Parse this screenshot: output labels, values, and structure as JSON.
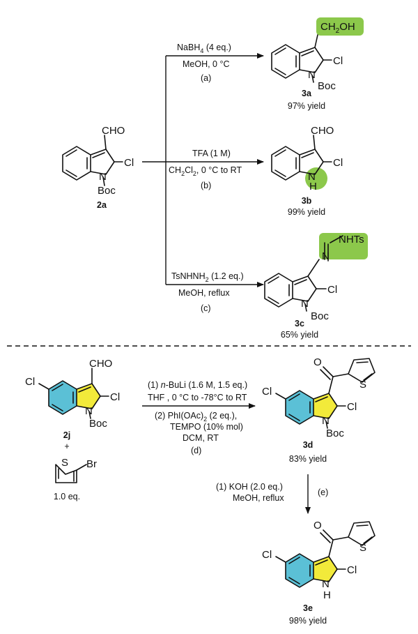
{
  "colors": {
    "highlight_green": "#8cc84b",
    "benzene_blue": "#5bc0d6",
    "pyrrole_yellow": "#f2ea3a"
  },
  "top_scheme": {
    "start": {
      "label": "2a",
      "cho": "CHO",
      "cl": "Cl",
      "n": "N",
      "boc": "Boc"
    },
    "reaction_a": {
      "reagent": "NaBH",
      "reagent_sub": "4",
      "reagent_tail": " (4 eq.)",
      "conditions": "MeOH, 0 °C",
      "letter": "(a)"
    },
    "product_a": {
      "label": "3a",
      "yield": "97% yield",
      "group": "CH",
      "group_sub": "2",
      "group_tail": "OH",
      "cl": "Cl",
      "n": "N",
      "boc": "Boc"
    },
    "reaction_b": {
      "reagent": "TFA (1 M)",
      "cond_pre": "CH",
      "cond_sub1": "2",
      "cond_mid": "Cl",
      "cond_sub2": "2",
      "cond_tail": ", 0 °C to RT",
      "letter": "(b)"
    },
    "product_b": {
      "label": "3b",
      "yield": "99% yield",
      "cho": "CHO",
      "cl": "Cl",
      "n": "N",
      "h": "H"
    },
    "reaction_c": {
      "reagent": "TsNHNH",
      "reagent_sub": "2",
      "reagent_tail": " (1.2 eq.)",
      "conditions": "MeOH, reflux",
      "letter": "(c)"
    },
    "product_c": {
      "label": "3c",
      "yield": "65% yield",
      "nhts": "NHTs",
      "n_imine": "N",
      "cl": "Cl",
      "n": "N",
      "boc": "Boc"
    }
  },
  "bottom_scheme": {
    "start": {
      "label": "2j",
      "cho": "CHO",
      "cl1": "Cl",
      "cl2": "Cl",
      "n": "N",
      "boc": "Boc"
    },
    "plus": "+",
    "thiophene": {
      "s": "S",
      "br": "Br",
      "equiv": "1.0 eq."
    },
    "reaction_d": {
      "line1_pre": "(1) ",
      "line1_italic": "n",
      "line1_tail": "-BuLi (1.6 M, 1.5 eq.)",
      "line2": "THF , 0 °C to -78°C to RT",
      "line3_pre": "(2) PhI(OAc)",
      "line3_sub": "2",
      "line3_tail": " (2 eq.),",
      "line4": "TEMPO (10% mol)",
      "line5": "DCM, RT",
      "letter": "(d)"
    },
    "product_d": {
      "label": "3d",
      "yield": "83% yield",
      "o": "O",
      "s": "S",
      "cl1": "Cl",
      "cl2": "Cl",
      "n": "N",
      "boc": "Boc"
    },
    "reaction_e": {
      "line1": "(1) KOH (2.0 eq.)",
      "line2": "MeOH, reflux",
      "letter": "(e)"
    },
    "product_e": {
      "label": "3e",
      "yield": "98% yield",
      "o": "O",
      "s": "S",
      "cl1": "Cl",
      "cl2": "Cl",
      "n": "N",
      "h": "H"
    }
  }
}
